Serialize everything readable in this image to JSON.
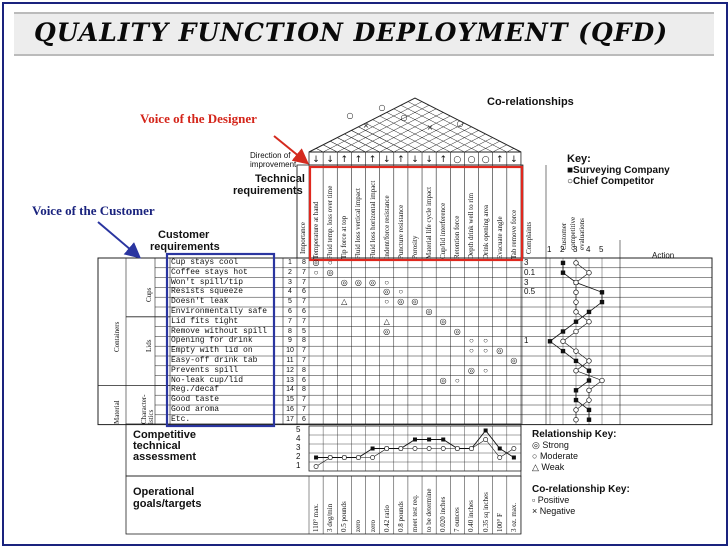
{
  "title": "QUALITY FUNCTION DEPLOYMENT (QFD)",
  "callouts": {
    "designer": "Voice of the Designer",
    "customer": "Voice of the Customer"
  },
  "headings": {
    "co_relationships": "Co-relationships",
    "direction_line1": "Direction of",
    "direction_line2": "improvement",
    "technical_line1": "Technical",
    "technical_line2": "requirements",
    "customer_line1": "Customer",
    "customer_line2": "requirements",
    "importance": "Importance",
    "competitive_line1": "Competitive",
    "competitive_line2": "technical",
    "competitive_line3": "assessment",
    "operational_line1": "Operational",
    "operational_line2": "goals/targets",
    "action": "Action",
    "complaints": "Complaints"
  },
  "key": {
    "title": "Key:",
    "surveying": "Surveying Company",
    "chief": "Chief Competitor"
  },
  "relationship_key": {
    "title": "Relationship Key:",
    "strong": "Strong",
    "moderate": "Moderate",
    "weak": "Weak"
  },
  "co_relationship_key": {
    "title": "Co-relationship Key:",
    "positive": "Positive",
    "negative": "Negative"
  },
  "categories": {
    "containers": "Containers",
    "cups": "Cups",
    "lids": "Lids",
    "material": "Material",
    "characteristics": "Character-istics"
  },
  "competitor_columns": [
    "Customer",
    "competitive",
    "evaluations"
  ],
  "scale_numbers": [
    "1",
    "2",
    "3",
    "4",
    "5"
  ],
  "technical_requirements": [
    "Temperature at hand",
    "Fluid temp. loss over time",
    "Tip force at top",
    "Fluid loss vertical impact",
    "Fluid loss horizontal impact",
    "Indent/force resistance",
    "Puncture resistance",
    "Porosity",
    "Material life cycle impact",
    "Cup/lid interference",
    "Retention force",
    "Depth drink well to rim",
    "Drink opening area",
    "Evacuate angle",
    "Tab remove force"
  ],
  "directions": [
    "↓",
    "↓",
    "↑",
    "↑",
    "↑",
    "↓",
    "↑",
    "↓",
    "↓",
    "↑",
    "○",
    "○",
    "○",
    "↑",
    "↓"
  ],
  "customer_requirements": [
    {
      "text": "Cup stays cool",
      "row": "1",
      "importance": "8"
    },
    {
      "text": "Coffee stays hot",
      "row": "2",
      "importance": "7"
    },
    {
      "text": "Won't spill/tip",
      "row": "3",
      "importance": "7"
    },
    {
      "text": "Resists squeeze",
      "row": "4",
      "importance": "6"
    },
    {
      "text": "Doesn't leak",
      "row": "5",
      "importance": "7"
    },
    {
      "text": "Environmentally safe",
      "row": "6",
      "importance": "6"
    },
    {
      "text": "Lid fits tight",
      "row": "7",
      "importance": "7"
    },
    {
      "text": "Remove without spill",
      "row": "8",
      "importance": "5"
    },
    {
      "text": "Opening for drink",
      "row": "9",
      "importance": "8"
    },
    {
      "text": "Empty with lid on",
      "row": "10",
      "importance": "7"
    },
    {
      "text": "Easy-off drink tab",
      "row": "11",
      "importance": "7"
    },
    {
      "text": "Prevents spill",
      "row": "12",
      "importance": "8"
    },
    {
      "text": "No-leak cup/lid",
      "row": "13",
      "importance": "6"
    },
    {
      "text": "Reg./decaf",
      "row": "14",
      "importance": "8"
    },
    {
      "text": "Good taste",
      "row": "15",
      "importance": "7"
    },
    {
      "text": "Good aroma",
      "row": "16",
      "importance": "7"
    },
    {
      "text": "Etc.",
      "row": "17",
      "importance": "6"
    }
  ],
  "complaints": [
    "3",
    "0.1",
    "3",
    "0.5",
    "",
    "",
    "",
    "",
    "1",
    "",
    "",
    "",
    "",
    "",
    "",
    "",
    ""
  ],
  "relationships": [
    {
      "row": 0,
      "col": 0,
      "sym": "◎"
    },
    {
      "row": 0,
      "col": 1,
      "sym": "○"
    },
    {
      "row": 1,
      "col": 0,
      "sym": "○"
    },
    {
      "row": 1,
      "col": 1,
      "sym": "◎"
    },
    {
      "row": 2,
      "col": 2,
      "sym": "◎"
    },
    {
      "row": 2,
      "col": 3,
      "sym": "◎"
    },
    {
      "row": 2,
      "col": 4,
      "sym": "◎"
    },
    {
      "row": 2,
      "col": 5,
      "sym": "○"
    },
    {
      "row": 3,
      "col": 5,
      "sym": "◎"
    },
    {
      "row": 3,
      "col": 6,
      "sym": "○"
    },
    {
      "row": 4,
      "col": 2,
      "sym": "△"
    },
    {
      "row": 4,
      "col": 5,
      "sym": "○"
    },
    {
      "row": 4,
      "col": 6,
      "sym": "◎"
    },
    {
      "row": 4,
      "col": 7,
      "sym": "◎"
    },
    {
      "row": 5,
      "col": 8,
      "sym": "◎"
    },
    {
      "row": 6,
      "col": 5,
      "sym": "△"
    },
    {
      "row": 6,
      "col": 9,
      "sym": "◎"
    },
    {
      "row": 7,
      "col": 5,
      "sym": "◎"
    },
    {
      "row": 7,
      "col": 10,
      "sym": "◎"
    },
    {
      "row": 8,
      "col": 11,
      "sym": "○"
    },
    {
      "row": 8,
      "col": 12,
      "sym": "○"
    },
    {
      "row": 9,
      "col": 11,
      "sym": "○"
    },
    {
      "row": 9,
      "col": 12,
      "sym": "○"
    },
    {
      "row": 9,
      "col": 13,
      "sym": "◎"
    },
    {
      "row": 10,
      "col": 14,
      "sym": "◎"
    },
    {
      "row": 11,
      "col": 11,
      "sym": "◎"
    },
    {
      "row": 11,
      "col": 12,
      "sym": "○"
    },
    {
      "row": 12,
      "col": 9,
      "sym": "◎"
    },
    {
      "row": 12,
      "col": 10,
      "sym": "○"
    }
  ],
  "roof_symbols": [
    "○",
    "×",
    "○",
    "○",
    "×",
    "○"
  ],
  "customer_evaluation": {
    "surveying": [
      2,
      2,
      3,
      5,
      5,
      4,
      3,
      2,
      1,
      2,
      3,
      4,
      4,
      3,
      3,
      4,
      4
    ],
    "competitor": [
      3,
      4,
      3,
      3,
      3,
      3,
      4,
      3,
      2,
      3,
      4,
      3,
      5,
      4,
      4,
      3,
      3
    ]
  },
  "technical_assessment": {
    "series_a": [
      2,
      2,
      2,
      2,
      3,
      3,
      3,
      4,
      4,
      4,
      3,
      3,
      5,
      3,
      2
    ],
    "series_b": [
      1,
      2,
      2,
      2,
      2,
      3,
      3,
      3,
      3,
      3,
      3,
      3,
      4,
      2,
      3
    ]
  },
  "assessment_scale": [
    "5",
    "4",
    "3",
    "2",
    "1"
  ],
  "targets": [
    "110° max.",
    "3 deg/min",
    "0.5 pounds",
    "zero",
    "zero",
    "0.42 ratio",
    "0.8 pounds",
    "meet test req.",
    "to be determine",
    "0.020 inches",
    "7 ounces",
    "0.40 inches",
    "0.35 sq inches",
    "100° F",
    "3 oz. max."
  ],
  "colors": {
    "designer_box": "#e0281e",
    "customer_box": "#2a35a0",
    "arrow": "#2a35a0",
    "red_arrow": "#d42a1e",
    "title_bg": "#ededed",
    "page_border": "#1a237e"
  }
}
